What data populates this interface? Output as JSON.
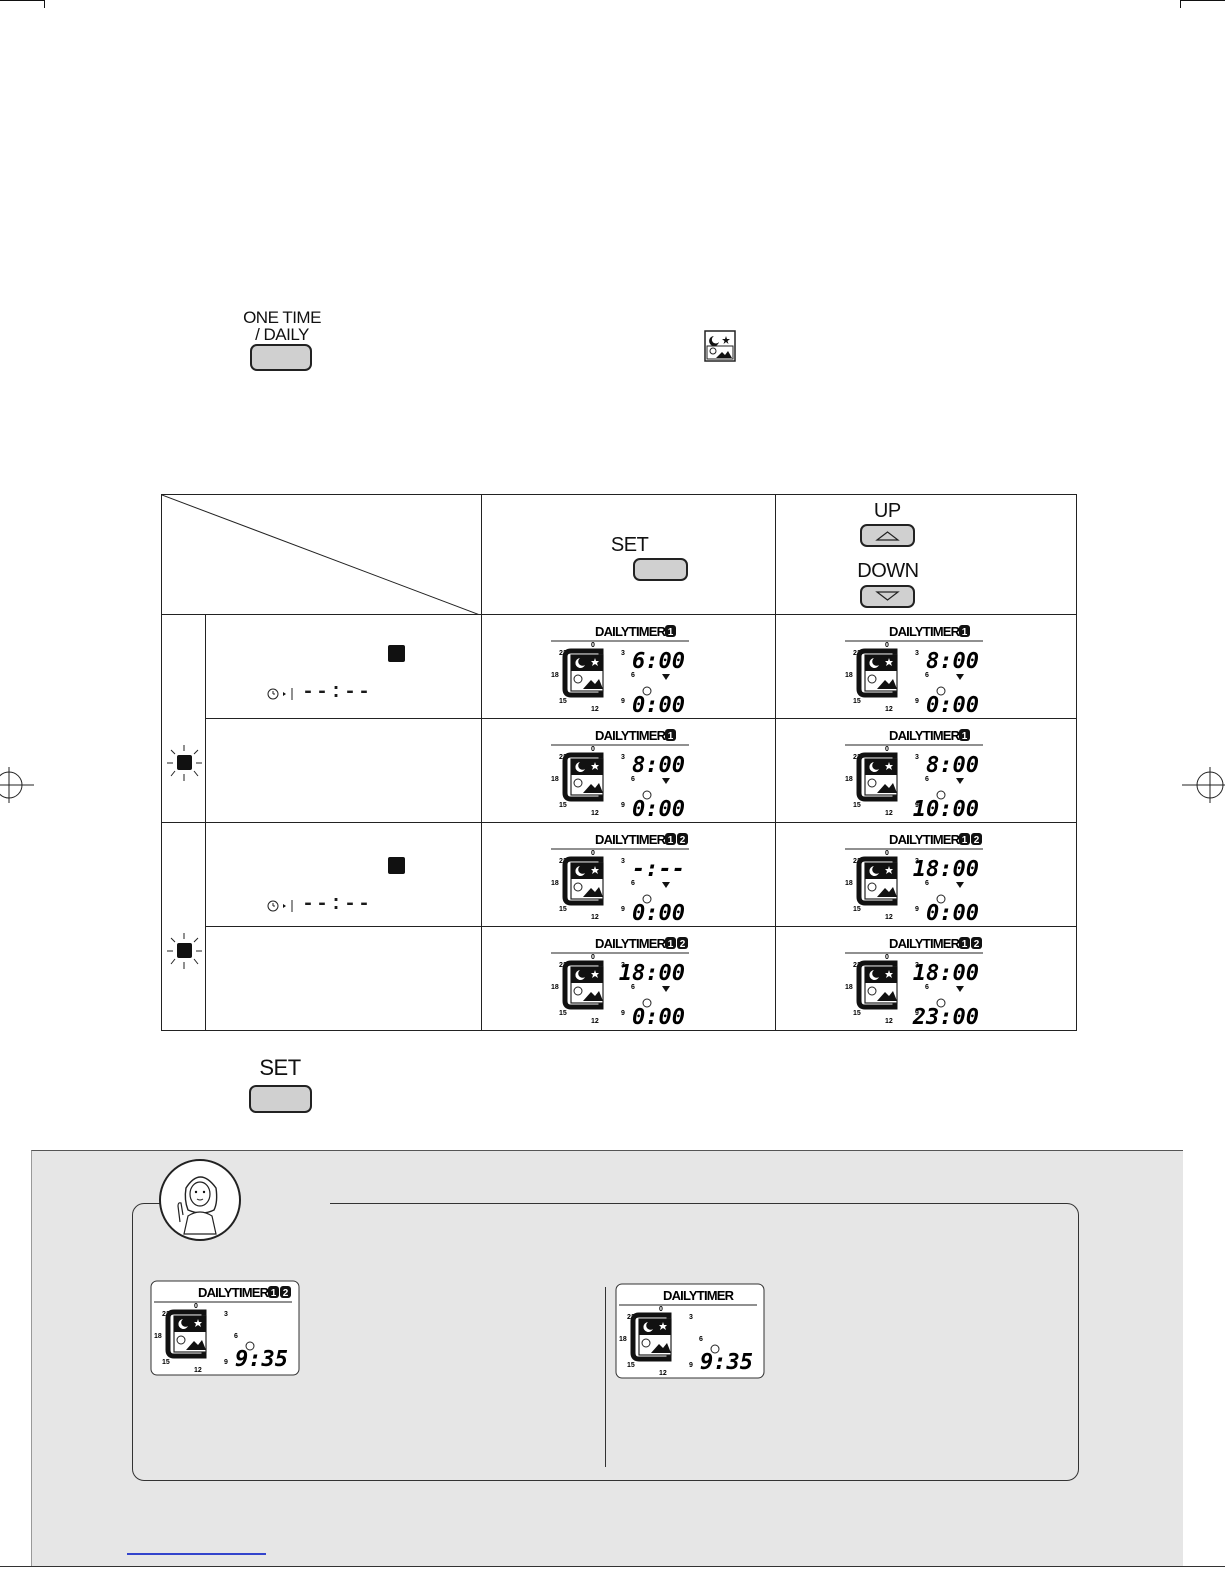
{
  "buttons": {
    "one_time_daily_line1": "ONE TIME",
    "one_time_daily_line2": "/ DAILY",
    "set_label": "SET",
    "up_label": "UP",
    "down_label": "DOWN",
    "set_bottom_label": "SET"
  },
  "lcd_panels": {
    "r1c1": {
      "title": "DAILYTIMER",
      "badges": [
        "1"
      ],
      "time_top": "6:00",
      "time_bottom": "0:00"
    },
    "r1c2": {
      "title": "DAILYTIMER",
      "badges": [
        "1"
      ],
      "time_top": "8:00",
      "time_bottom": "0:00"
    },
    "r2c1": {
      "title": "DAILYTIMER",
      "badges": [
        "1"
      ],
      "time_top": "8:00",
      "time_bottom": "0:00"
    },
    "r2c2": {
      "title": "DAILYTIMER",
      "badges": [
        "1"
      ],
      "time_top": "8:00",
      "time_bottom": "10:00"
    },
    "r3c1": {
      "title": "DAILYTIMER",
      "badges": [
        "1",
        "2"
      ],
      "time_top": "-:--",
      "time_bottom": "0:00"
    },
    "r3c2": {
      "title": "DAILYTIMER",
      "badges": [
        "1",
        "2"
      ],
      "time_top": "18:00",
      "time_bottom": "0:00"
    },
    "r4c1": {
      "title": "DAILYTIMER",
      "badges": [
        "1",
        "2"
      ],
      "time_top": "18:00",
      "time_bottom": "0:00"
    },
    "r4c2": {
      "title": "DAILYTIMER",
      "badges": [
        "1",
        "2"
      ],
      "time_top": "18:00",
      "time_bottom": "23:00"
    },
    "note_left": {
      "title": "DAILYTIMER",
      "badges": [
        "1",
        "2"
      ],
      "time_top": "",
      "time_bottom": "9:35"
    },
    "note_right": {
      "title": "DAILYTIMER",
      "badges": [],
      "time_top": "",
      "time_bottom": "9:35"
    }
  },
  "dial_numbers": [
    "0",
    "3",
    "6",
    "9",
    "12",
    "15",
    "18",
    "21"
  ],
  "row_dash_text": "--:--",
  "colors": {
    "note_background": "#e6e6e6",
    "button_fill": "#d0d0d0",
    "link": "#3344cc"
  }
}
